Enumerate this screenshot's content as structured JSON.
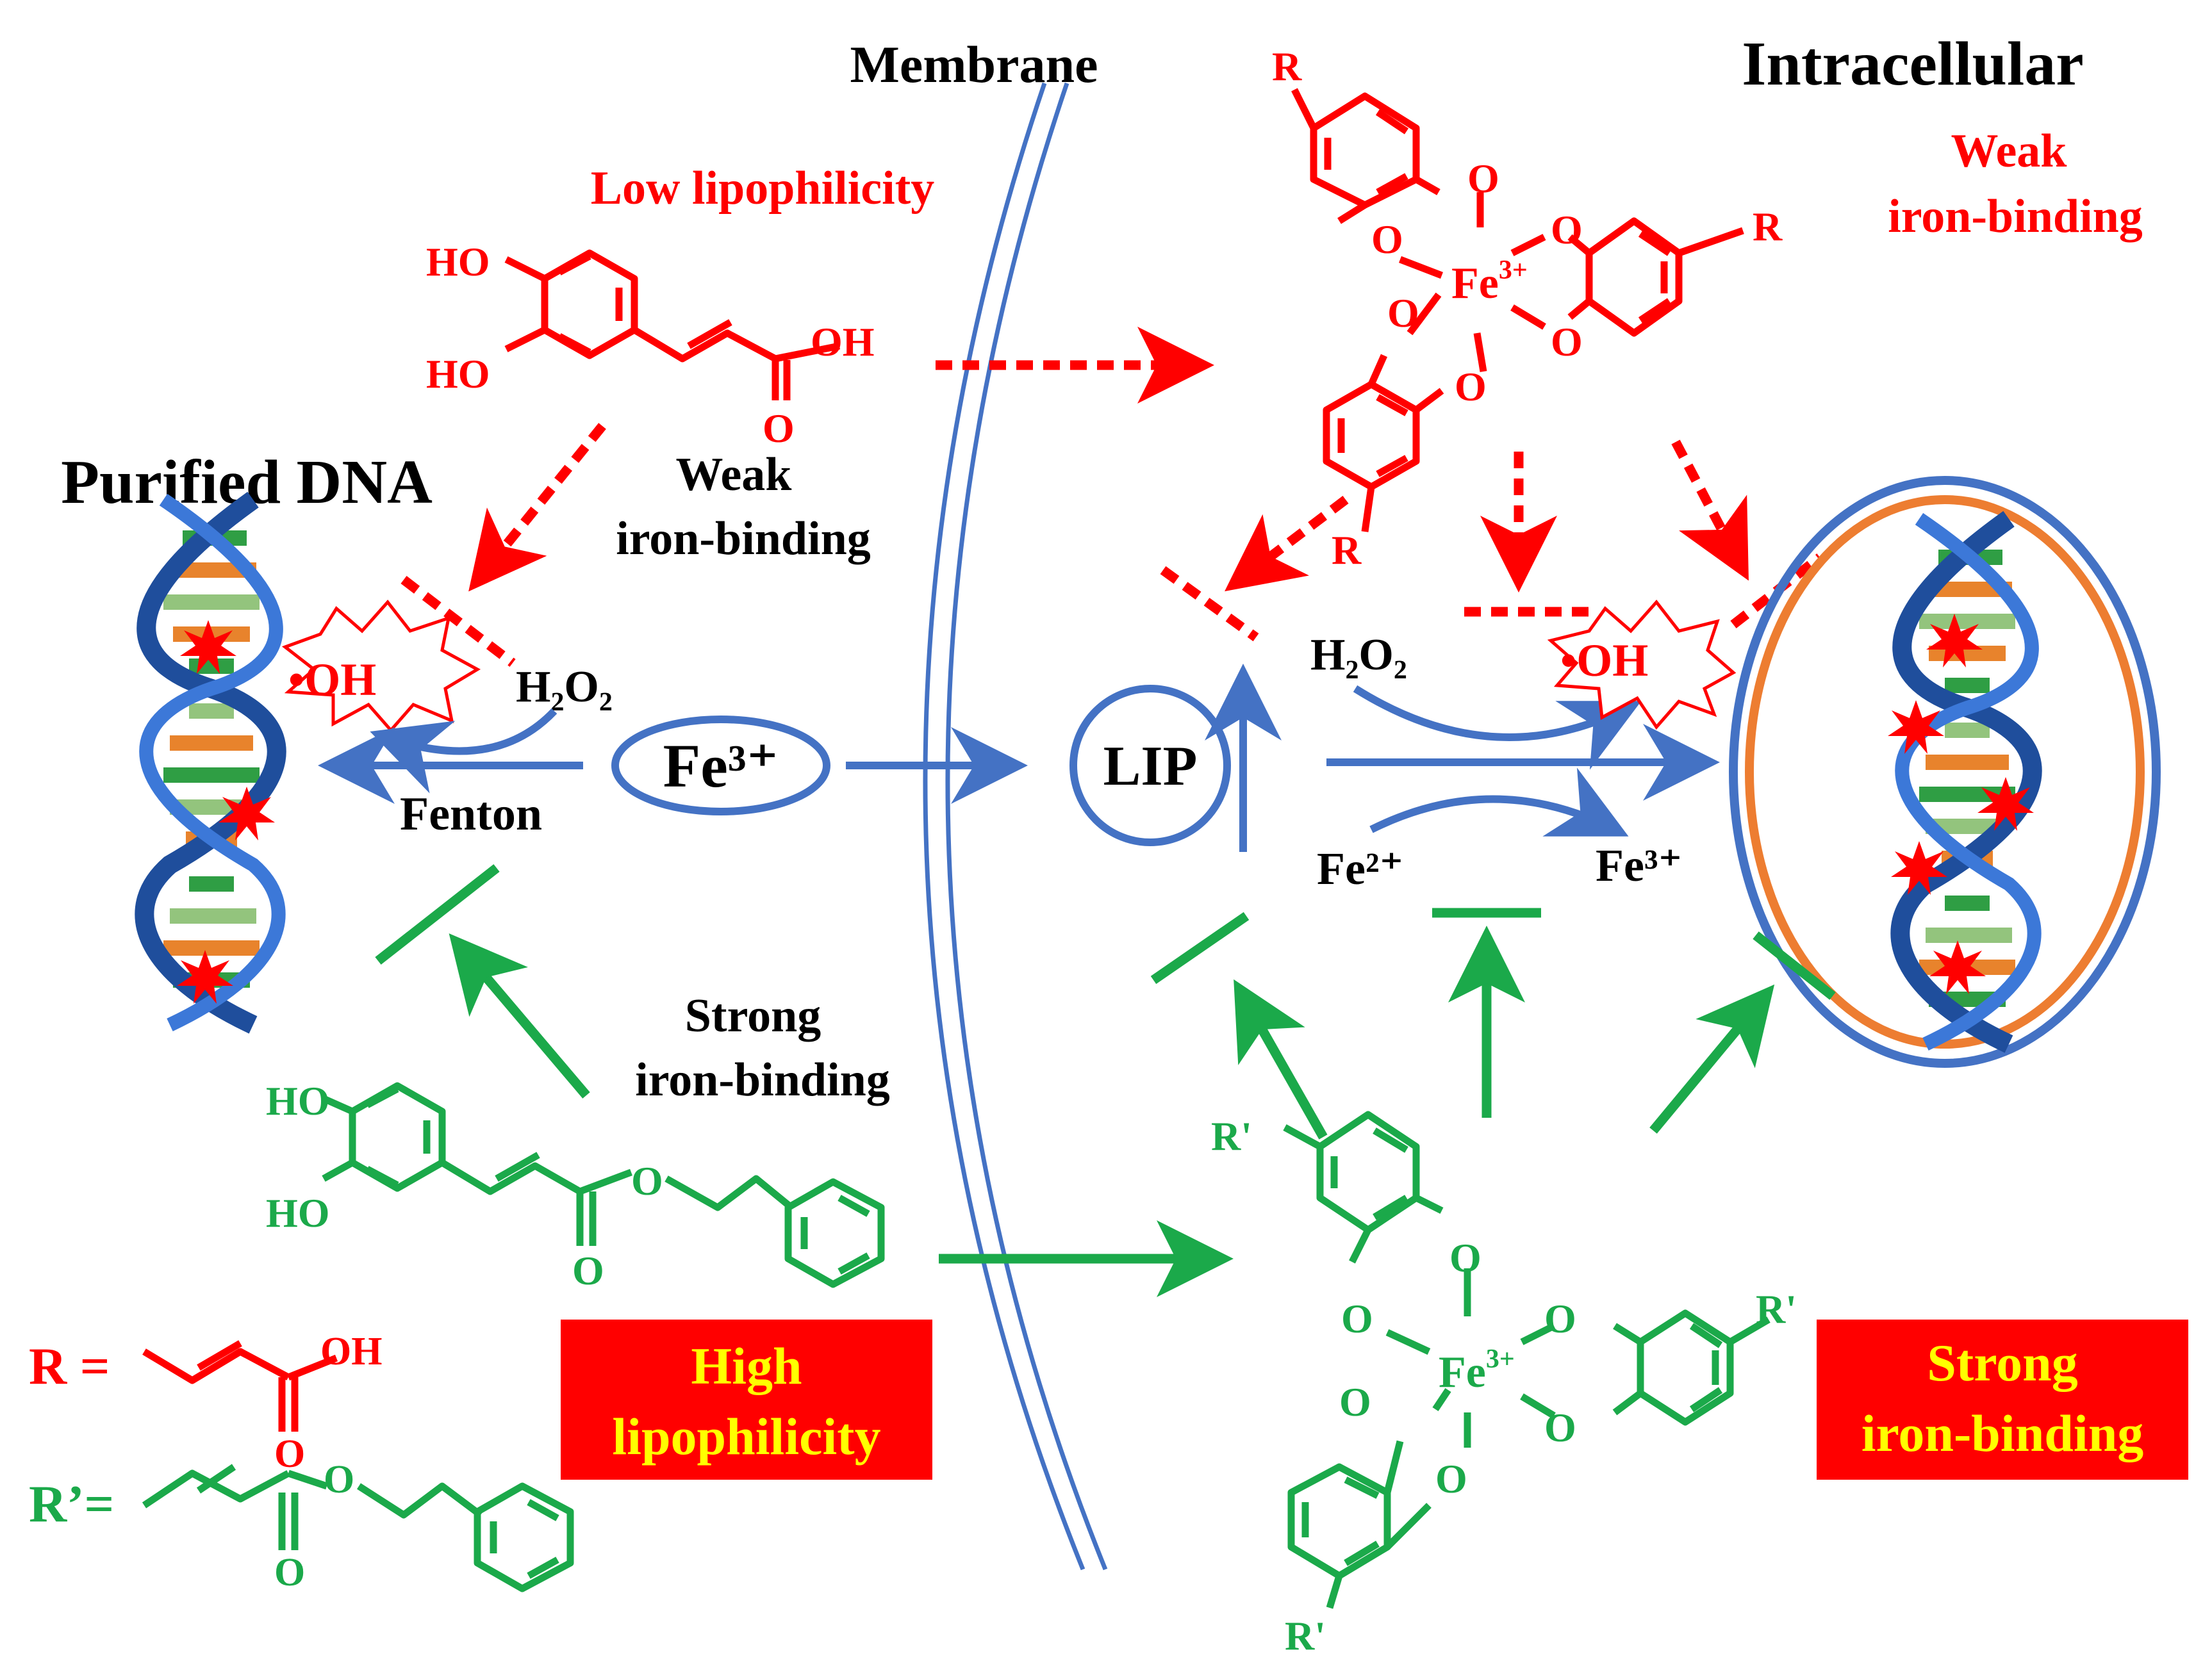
{
  "colors": {
    "acid": "#ff0000",
    "ester": "#1ba94a",
    "iron_path": "#4472c4",
    "highlight_box": "#ff0000",
    "highlight_text": "#ffff00",
    "cell_ring": "#ed7d31"
  },
  "regions": {
    "membrane": "Membrane",
    "intracellular": "Intracellular",
    "purified_dna": "Purified DNA"
  },
  "acid": {
    "lipophilicity": "Low lipophilicity",
    "binding_line1": "Weak",
    "binding_line2": "iron-binding",
    "ho_top": "HO",
    "ho_bottom": "HO",
    "oh": "OH",
    "o": "O"
  },
  "acid_complex": {
    "binding_line1": "Weak",
    "binding_line2": "iron-binding",
    "substituent": "R",
    "o": "O",
    "metal": "Fe",
    "charge": "3+"
  },
  "ester": {
    "binding_line1": "Strong",
    "binding_line2": "iron-binding",
    "ho_top": "HO",
    "ho_bottom": "HO",
    "o": "O",
    "box_line1": "High",
    "box_line2": "lipophilicity"
  },
  "ester_complex": {
    "substituent": "R'",
    "o": "O",
    "metal": "Fe",
    "charge": "3+",
    "box_line1": "Strong",
    "box_line2": "iron-binding"
  },
  "legend": {
    "r_label": "R =",
    "r_prime_label": "R’=",
    "oh": "OH",
    "o": "O"
  },
  "chemistry": {
    "radical": "•OH",
    "h2o2": "H₂O₂",
    "fenton": "Fenton",
    "fe3_outside": "Fe³⁺",
    "lip": "LIP",
    "fe2": "Fe²⁺",
    "fe3_inside": "Fe³⁺"
  }
}
